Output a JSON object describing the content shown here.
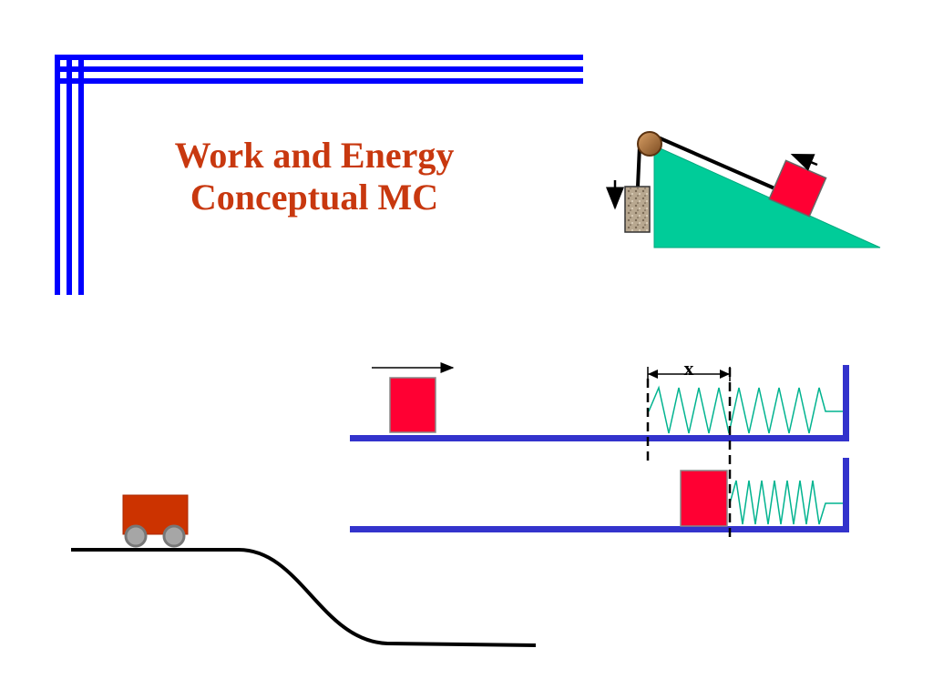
{
  "slide": {
    "title_line1": "Work and Energy",
    "title_line2": "Conceptual MC"
  },
  "spring_diagram": {
    "displacement_label": "x"
  },
  "colors": {
    "frame_blue": "#0000ff",
    "title_red": "#c8380f",
    "incline_green": "#00cc99",
    "block_red": "#ff0033",
    "track_blue": "#3333cc",
    "spring_teal": "#00b38f",
    "cart_orange": "#cc3300",
    "wheel_gray": "#a6a6a6"
  }
}
